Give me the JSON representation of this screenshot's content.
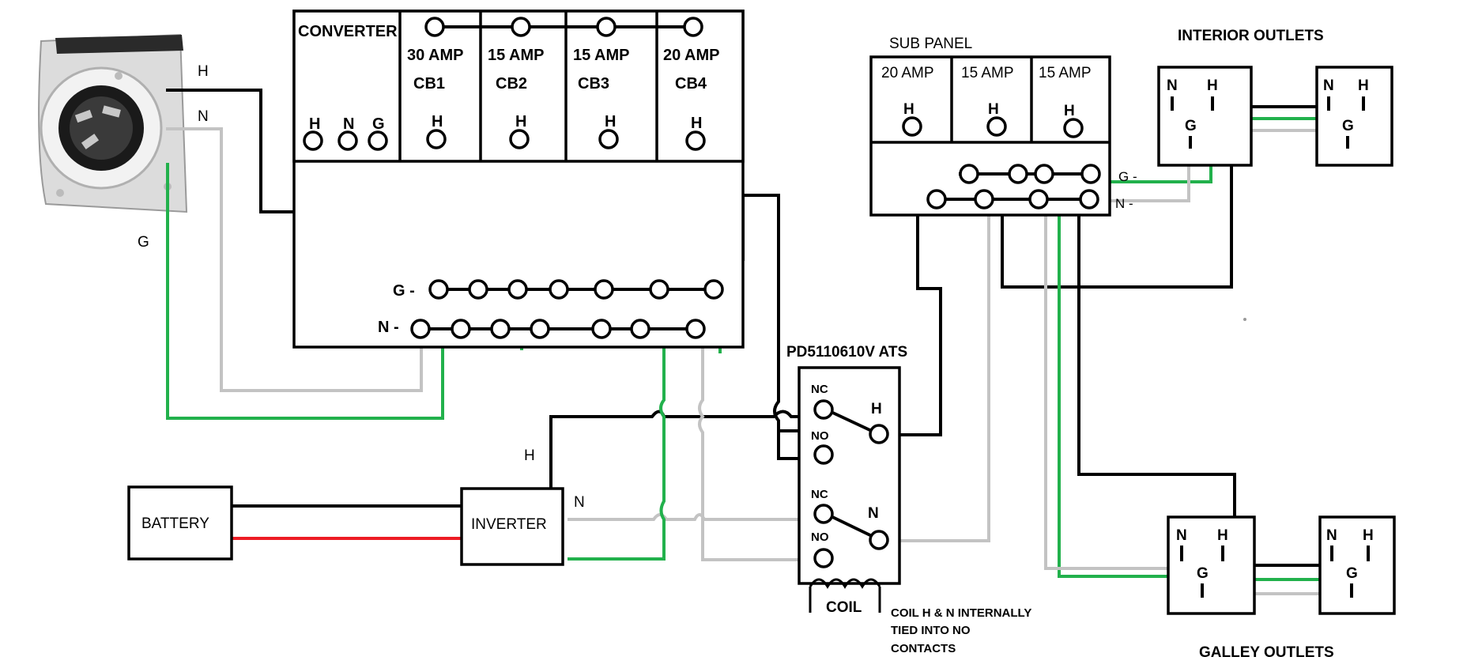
{
  "colors": {
    "hot": "#000000",
    "neutral": "#c3c3c3",
    "ground": "#22b14c",
    "battery_positive": "#ed1c24"
  },
  "inlet": {
    "icon": "shore-power-inlet-icon",
    "h_label": "H",
    "n_label": "N",
    "g_label": "G"
  },
  "converter": {
    "title": "CONVERTER",
    "input_terminals": [
      "H",
      "N",
      "G"
    ],
    "breakers": [
      {
        "amp": "30 AMP",
        "id": "CB1",
        "terminal": "H"
      },
      {
        "amp": "15 AMP",
        "id": "CB2",
        "terminal": "H"
      },
      {
        "amp": "15 AMP",
        "id": "CB3",
        "terminal": "H"
      },
      {
        "amp": "20 AMP",
        "id": "CB4",
        "terminal": "H"
      }
    ],
    "ground_bus_label": "G -",
    "neutral_bus_label": "N -"
  },
  "sub_panel": {
    "title": "SUB PANEL",
    "breakers": [
      {
        "amp": "20 AMP",
        "terminal": "H"
      },
      {
        "amp": "15 AMP",
        "terminal": "H"
      },
      {
        "amp": "15 AMP",
        "terminal": "H"
      }
    ],
    "ground_bus_label": "G -",
    "neutral_bus_label": "N -"
  },
  "interior_outlets": {
    "title": "INTERIOR OUTLETS",
    "outlet": {
      "n": "N",
      "h": "H",
      "g": "G"
    }
  },
  "galley_outlets": {
    "title": "GALLEY OUTLETS",
    "outlet": {
      "n": "N",
      "h": "H",
      "g": "G"
    }
  },
  "ats": {
    "title": "PD5110610V ATS",
    "h_nc": "NC",
    "h_no": "NO",
    "h_common": "H",
    "n_nc": "NC",
    "n_no": "NO",
    "n_common": "N",
    "coil_label": "COIL",
    "coil_note_lines": [
      "COIL H & N INTERNALLY",
      "TIED INTO NO",
      "CONTACTS"
    ]
  },
  "battery": {
    "label": "BATTERY"
  },
  "inverter": {
    "label": "INVERTER",
    "h_label": "H",
    "n_label": "N"
  }
}
